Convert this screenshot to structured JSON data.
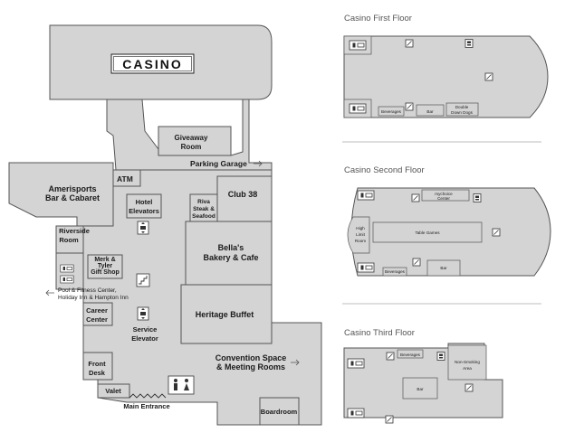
{
  "main_map": {
    "casino": "CASINO",
    "giveaway_room": [
      "Giveaway",
      "Room"
    ],
    "parking_garage": "Parking Garage",
    "atm": "ATM",
    "amerisports": [
      "Amerisports",
      "Bar & Cabaret"
    ],
    "hotel_elevators": [
      "Hotel",
      "Elevators"
    ],
    "riva": [
      "Riva",
      "Steak &",
      "Seafood"
    ],
    "club38": "Club 38",
    "bellas": [
      "Bella's",
      "Bakery & Cafe"
    ],
    "riverside_room": [
      "Riverside",
      "Room"
    ],
    "merk_tyler": [
      "Merk &",
      "Tyler",
      "Gift Shop"
    ],
    "pool_fitness": [
      "Pool & Fitness Center,",
      "Holiday Inn & Hampton Inn"
    ],
    "heritage_buffet": "Heritage Buffet",
    "career_center": [
      "Career",
      "Center"
    ],
    "service_elevator": [
      "Service",
      "Elevator"
    ],
    "front_desk": [
      "Front",
      "Desk"
    ],
    "convention_space": [
      "Convention Space",
      "& Meeting Rooms"
    ],
    "valet": "Valet",
    "main_entrance": "Main Entrance",
    "boardroom": "Boardroom"
  },
  "floors": {
    "first": {
      "title": "Casino First Floor",
      "labels": {
        "beverages": "Beverages",
        "bar": "Bar",
        "double_down_dogs": [
          "Double",
          "Down Dogs"
        ]
      }
    },
    "second": {
      "title": "Casino Second Floor",
      "labels": {
        "high_limit_room": [
          "High",
          "Limit",
          "Room"
        ],
        "table_games": "Table Games",
        "mychoice": [
          "mychoice",
          "Center"
        ],
        "beverages": "Beverages",
        "bar": "Bar"
      }
    },
    "third": {
      "title": "Casino Third Floor",
      "labels": {
        "beverages": "Beverages",
        "bar": "Bar",
        "non_smoking": [
          "Non-Smoking",
          "Area"
        ]
      }
    }
  },
  "colors": {
    "floor": "#d4d4d4",
    "outline": "#555555",
    "divider": "#bdbdbd",
    "text": "#1a1a1a"
  }
}
